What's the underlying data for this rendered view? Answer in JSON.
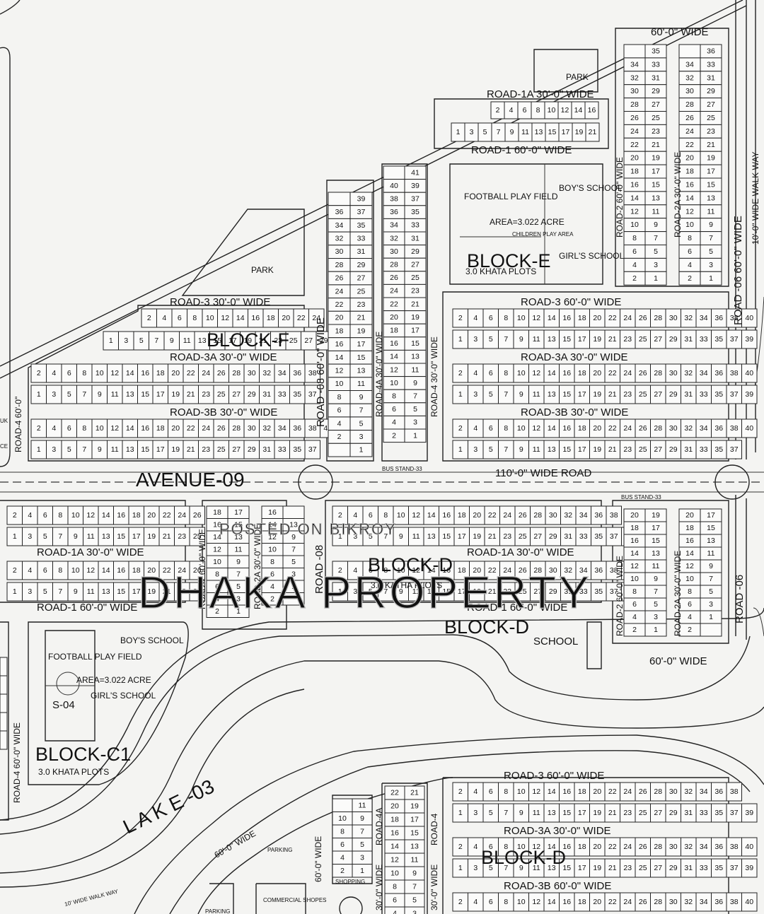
{
  "map": {
    "roads": {
      "road_1a_top": "ROAD-1A 30'-0\" WIDE",
      "road_1_top": "ROAD-1     60'-0\" WIDE",
      "wide_60_top": "60'-0\" WIDE",
      "road_3_f": "ROAD-3     30'-0\" WIDE",
      "road_3a_f": "ROAD-3A    30'-0\" WIDE",
      "road_3b_f": "ROAD-3B    30'-0\" WIDE",
      "road_3_e": "ROAD-3     60'-0\" WIDE",
      "road_3a_e": "ROAD-3A    30'-0\" WIDE",
      "road_3b_e": "ROAD-3B    30'-0\" WIDE",
      "avenue": "AVENUE-09",
      "wide_110": "110'-0\" WIDE ROAD",
      "road_1a_d_left": "ROAD-1A    30'-0\" WIDE",
      "road_1_d_left": "ROAD-1     60'-0\" WIDE",
      "road_1a_d": "ROAD-1A    30'-0\" WIDE",
      "road_1_d": "ROAD-1     60'-0\" WIDE",
      "wide_60_d": "60'-0\"  WIDE",
      "road_3_bottom": "ROAD-3     60'-0\" WIDE",
      "road_3a_bottom": "ROAD-3A    30'-0\" WIDE",
      "road_3b_bottom": "ROAD-3B    60'-0\" WIDE",
      "wide_60_lake": "60'-0\" WIDE",
      "walk_way_lake": "10' WIDE WALK WAY",
      "road_08_top": "ROAD -08    60'-0\" WIDE",
      "road_4a_top": "ROAD-4A  30'-0\" WIDE",
      "road_4_top": "ROAD-4  30'-0\" WIDE",
      "road_2_e": "ROAD-2  60'-0\" WIDE",
      "road_2a_e": "ROAD-2A  30'-0\" WIDE",
      "road_06_top": "ROAD -06   60'-0\" WIDE",
      "walk_way_right": "10'-0\" WIDE WALK WAY",
      "road_4_left": "ROAD-4  60'-0\"",
      "road_2_d": "ROAD-2  60'-0\" WIDE",
      "road_2a_d": "ROAD-2A  30'-0\" WIDE",
      "road_08_mid": "ROAD -08",
      "road_2_dr": "ROAD-2  60'-0\" WIDE",
      "road_2a_dr": "ROAD-2A  30'-0\" WIDE",
      "road_06_mid": "ROAD -06",
      "road_4_c1": "ROAD-4  60'-0\" WIDE",
      "road_4a_bottom": "ROAD-4A",
      "road_4_bottom": "ROAD-4",
      "wide_60_vert_bottom": "60'-0\" WIDE",
      "wide_30_bottom_a": "30'-0\" WIDE",
      "wide_30_bottom_b": "30'-0\" WIDE"
    },
    "blocks": {
      "block_f": "BLOCK-F",
      "block_e": "BLOCK-E",
      "block_d_center": "BLOCK-D",
      "block_d_school": "BLOCK-D",
      "block_c1": "BLOCK-C1",
      "block_d_bottom": "BLOCK-D",
      "lake": "L A K E  -03"
    },
    "labels": {
      "park_top": "PARK",
      "park_f": "PARK",
      "football_e": "FOOTBALL PLAY FIELD",
      "area_e": "AREA=3.022 ACRE",
      "children_play": "CHILDREN PLAY AREA",
      "boys_school_e": "BOY'S SCHOOL",
      "girls_school_e": "GIRL'S SCHOOL",
      "khata_e": "3.0 KHATA PLOTS",
      "bus_stand_1": "BUS STAND-33",
      "bus_stand_2": "BUS STAND-33",
      "khata_d": "3.0 KATHA PLOTS",
      "school_d": "SCHOOL",
      "football_c1": "FOOTBALL PLAY FIELD",
      "boys_school_c1": "BOY'S SCHOOL",
      "area_c1": "AREA=3.022 ACRE",
      "girls_school_c1": "GIRL'S SCHOOL",
      "s04": "S-04",
      "khata_c1": "3.0 KHATA PLOTS",
      "parking_1": "PARKING",
      "parking_2": "PARKING",
      "commercial": "COMMERCIAL SHOPES",
      "shopping": "SHOPPING",
      "edge_uk": "UK",
      "edge_ce": "CE"
    },
    "watermark": {
      "line1": "POSTED ON BIKROY",
      "line2": "DHAKA PROPERTY"
    }
  }
}
